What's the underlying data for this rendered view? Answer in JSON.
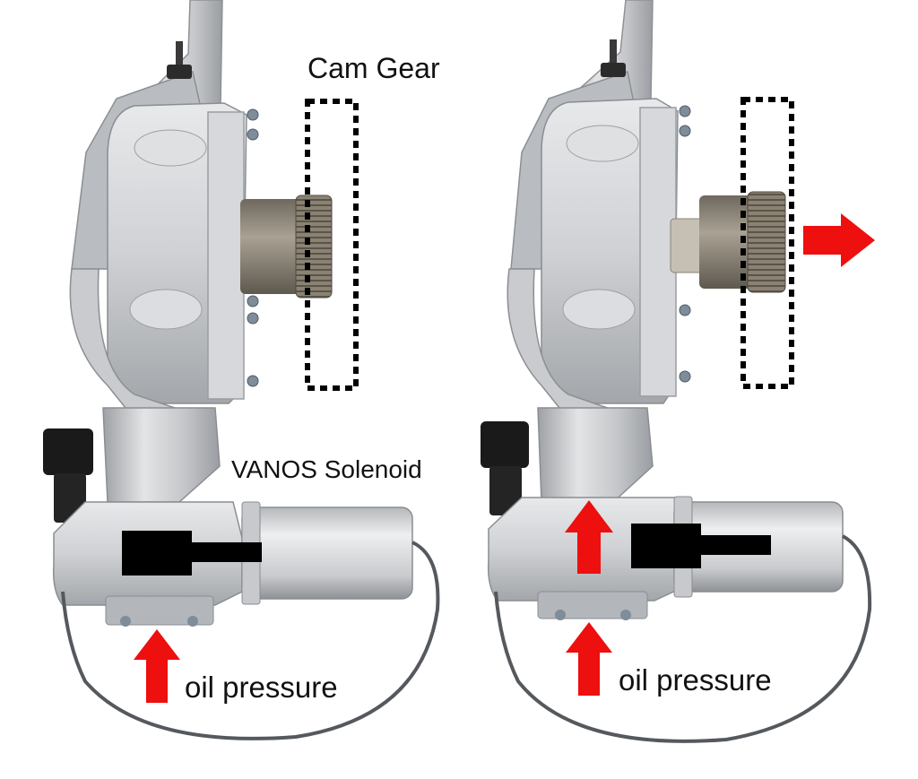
{
  "labels": {
    "cam_gear": "Cam Gear",
    "vanos_solenoid": "VANOS Solenoid",
    "oil_pressure_left": "oil pressure",
    "oil_pressure_right": "oil pressure"
  },
  "colors": {
    "arrow": "#ee0f0f",
    "housing": "#cfd1d4",
    "housing_dark": "#a7aaae",
    "housing_light": "#ececee",
    "solenoid_black": "#000000",
    "cable": "#55595e",
    "gear": "#8f8779"
  },
  "panels": [
    {
      "name": "left-unit",
      "state": "retracted"
    },
    {
      "name": "right-unit",
      "state": "advanced"
    }
  ]
}
